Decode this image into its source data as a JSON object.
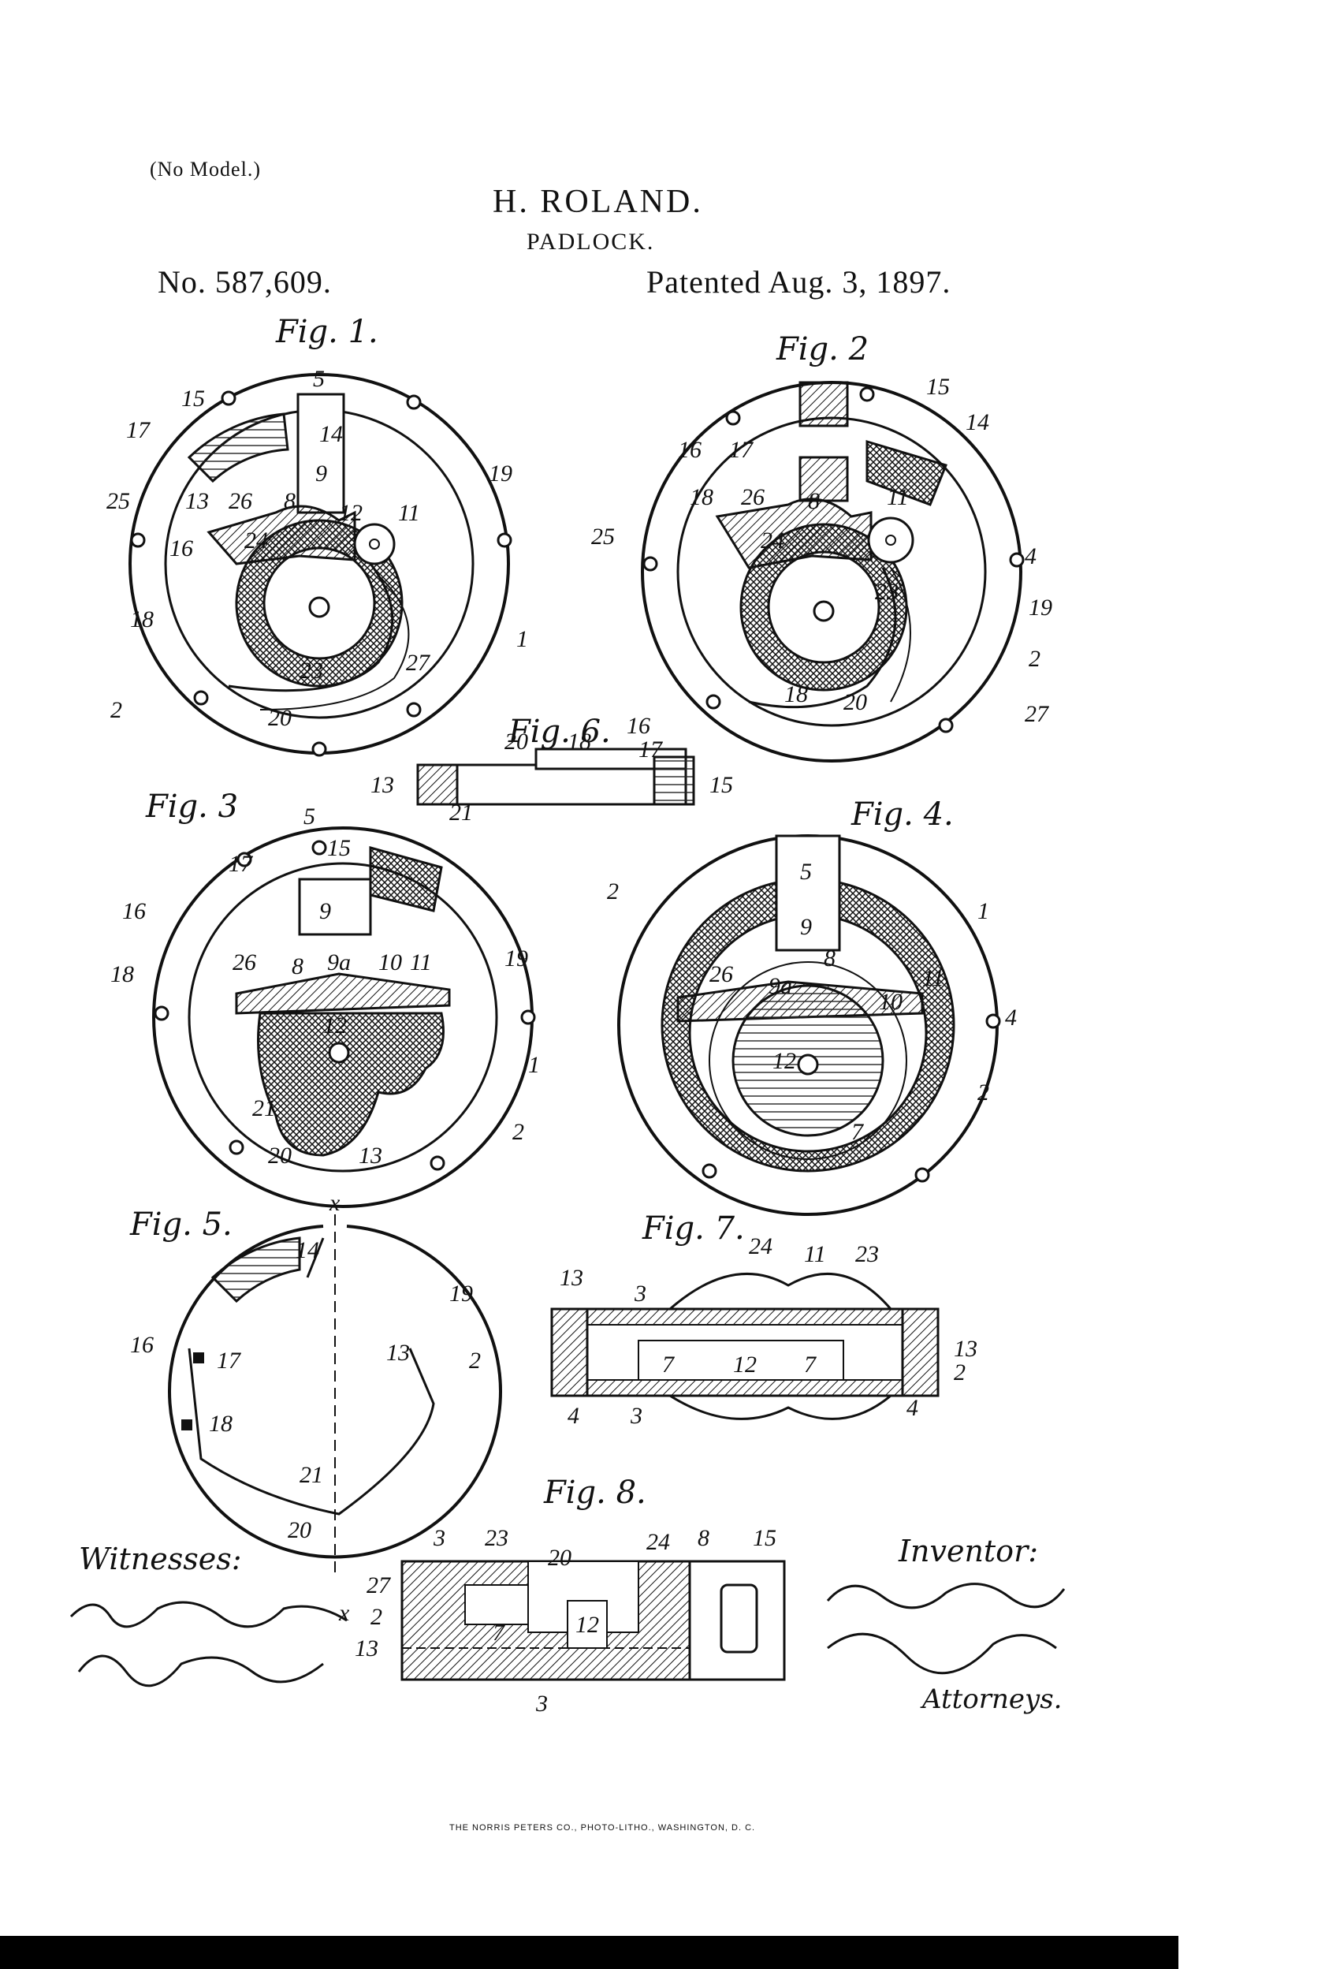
{
  "header": {
    "no_model": "(No Model.)",
    "inventor_name": "H. ROLAND.",
    "title": "PADLOCK.",
    "patent_number": "No. 587,609.",
    "patented_date": "Patented Aug. 3, 1897."
  },
  "figures": {
    "fig1": "Fig. 1.",
    "fig2": "Fig. 2",
    "fig3": "Fig. 3",
    "fig4": "Fig. 4.",
    "fig5": "Fig. 5.",
    "fig6": "Fig. 6.",
    "fig7": "Fig. 7.",
    "fig8": "Fig. 8."
  },
  "ref_numbers": {
    "fig1": [
      "5",
      "15",
      "14",
      "17",
      "9",
      "19",
      "25",
      "13",
      "26",
      "8",
      "12",
      "11",
      "16",
      "24",
      "18",
      "23",
      "27",
      "1",
      "20",
      "2"
    ],
    "fig2": [
      "15",
      "14",
      "16",
      "17",
      "18",
      "26",
      "8",
      "11",
      "25",
      "24",
      "23",
      "4",
      "19",
      "2",
      "18",
      "20",
      "27"
    ],
    "fig6": [
      "16",
      "18",
      "17",
      "20",
      "13",
      "21",
      "15"
    ],
    "fig3": [
      "5",
      "17",
      "15",
      "16",
      "9",
      "26",
      "8",
      "9a",
      "10",
      "11",
      "19",
      "18",
      "12",
      "1",
      "21",
      "20",
      "13",
      "2"
    ],
    "fig4": [
      "2",
      "5",
      "9",
      "1",
      "8",
      "26",
      "9a",
      "11",
      "10",
      "4",
      "12",
      "7",
      "2"
    ],
    "fig5": [
      "x",
      "14",
      "19",
      "16",
      "17",
      "13",
      "2",
      "18",
      "21",
      "20"
    ],
    "fig7": [
      "24",
      "11",
      "23",
      "13",
      "3",
      "13",
      "7",
      "12",
      "7",
      "2",
      "4",
      "3",
      "4"
    ],
    "fig8": [
      "3",
      "23",
      "20",
      "24",
      "8",
      "15",
      "27",
      "2",
      "7",
      "12",
      "13",
      "3",
      "x"
    ]
  },
  "signatures": {
    "witnesses_label": "Witnesses:",
    "inventor_label": "Inventor:",
    "attorneys_label": "Attorneys."
  },
  "footer": {
    "printer": "THE NORRIS PETERS CO., PHOTO-LITHO., WASHINGTON, D. C."
  },
  "colors": {
    "ink": "#111111",
    "paper": "#ffffff"
  }
}
